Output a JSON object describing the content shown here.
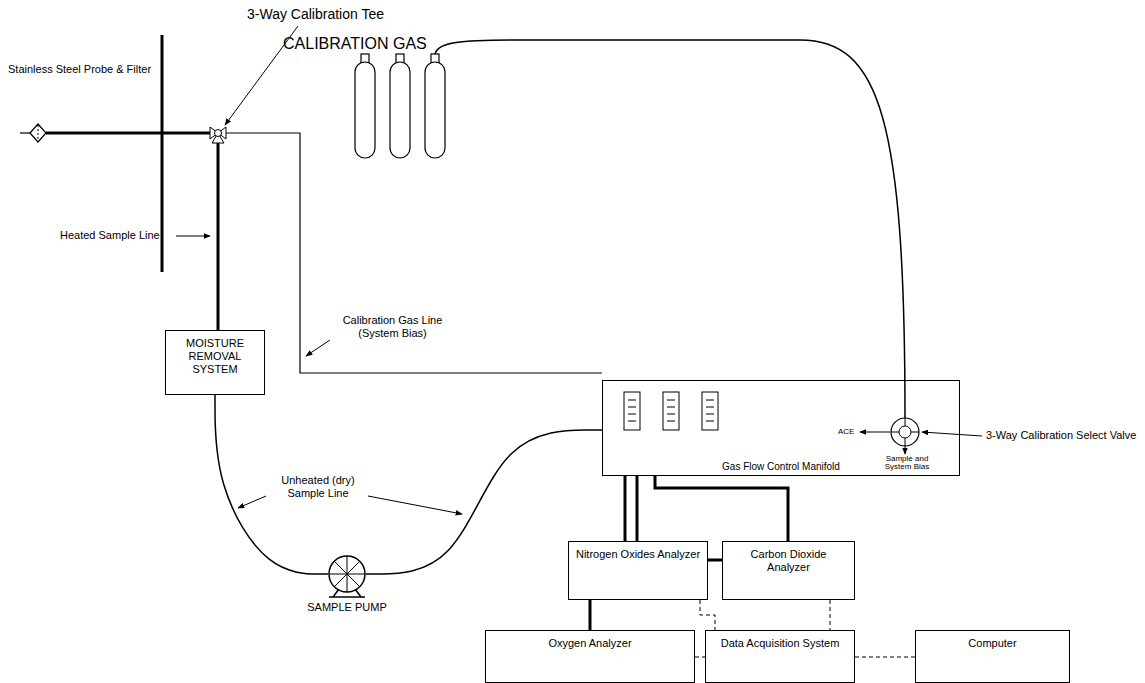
{
  "diagram": {
    "nodes": [
      {
        "text": [
          "MOISTURE REMOVAL SYSTEM"
        ]
      },
      {
        "text": [
          "SAMPLE PUMP"
        ]
      },
      {
        "text": [
          "Gas Flow Control Manifold"
        ]
      },
      {
        "text": [
          "Nitrogen Oxides Analyzer"
        ]
      },
      {
        "text": [
          "Carbon Dioxide Analyzer"
        ]
      },
      {
        "text": [
          "Oxygen Analyzer"
        ]
      },
      {
        "text": [
          "Data Acquisition System"
        ]
      },
      {
        "text": [
          "Computer"
        ]
      }
    ],
    "edges": [
      {
        "from": 0,
        "to": 1,
        "arrow": "none"
      },
      {
        "from": 1,
        "to": 2,
        "arrow": "none"
      },
      {
        "from": 2,
        "to": 3,
        "arrow": "none"
      },
      {
        "from": 2,
        "to": 3,
        "arrow": "none"
      },
      {
        "from": 2,
        "to": 4,
        "arrow": "none"
      },
      {
        "from": 3,
        "to": 4,
        "arrow": "none"
      },
      {
        "from": 3,
        "to": 5,
        "arrow": "none"
      },
      {
        "from": 5,
        "to": 6,
        "arrow": "none"
      },
      {
        "from": 3,
        "to": 6,
        "arrow": "none"
      },
      {
        "from": 4,
        "to": 6,
        "arrow": "none"
      },
      {
        "from": 6,
        "to": 7,
        "arrow": "none"
      }
    ],
    "labels": [
      "3-Way Calibration Tee",
      "Stainless Steel Probe & Filter",
      "CALIBRATION GAS",
      "Heated Sample Line",
      "Calibration Gas Line (System Bias)",
      "3-Way Calibration Select Valve",
      "ACE",
      "Sample and System Bias",
      "Unheated (dry) Sample Line"
    ]
  }
}
